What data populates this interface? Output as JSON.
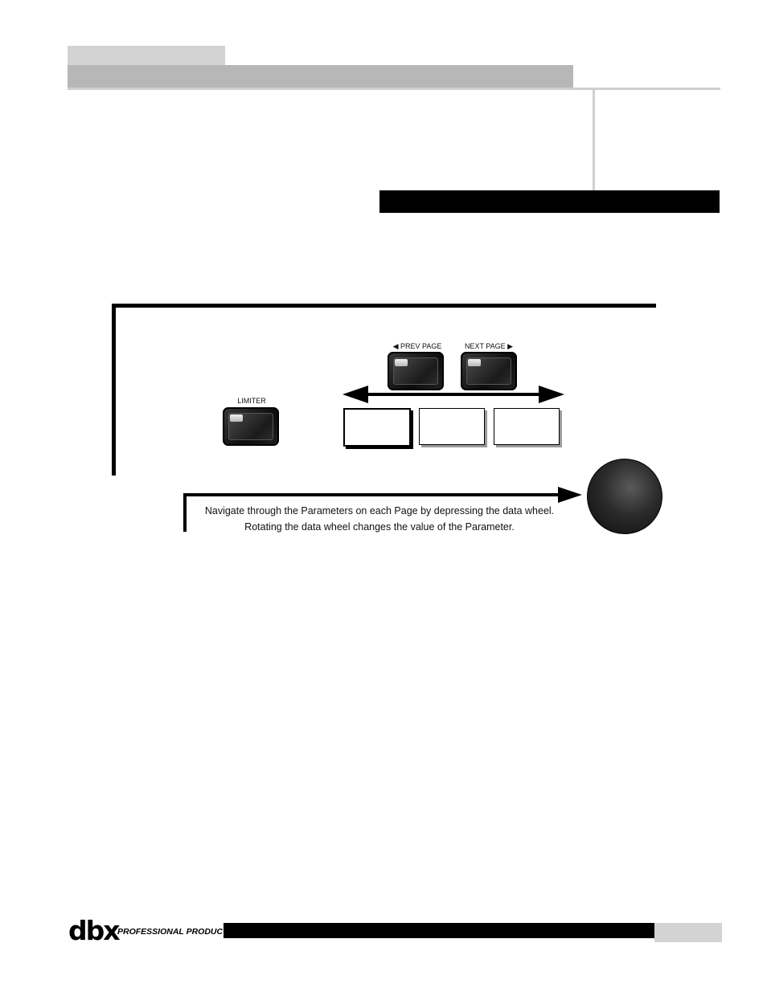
{
  "header": {
    "title_bar_text": ""
  },
  "panel": {
    "limiter_label": "LIMITER",
    "prev_page_label": "◀ PREV PAGE",
    "next_page_label": "NEXT PAGE ▶",
    "page_boxes": [
      "",
      "",
      ""
    ]
  },
  "callout": {
    "line1": "Navigate through the Parameters on each Page by depressing the data wheel.",
    "line2": "Rotating the data wheel changes the value of the Parameter."
  },
  "footer": {
    "logo_text": "dbx",
    "logo_subtext": "PROFESSIONAL PRODUCTS",
    "page_number": ""
  },
  "colors": {
    "light_gray": "#d3d3d3",
    "mid_gray": "#b7b7b7",
    "black": "#000000"
  },
  "icons": {
    "left_arrow": "left-arrow-icon",
    "right_arrow": "right-arrow-icon",
    "data_wheel": "data-wheel-icon"
  }
}
